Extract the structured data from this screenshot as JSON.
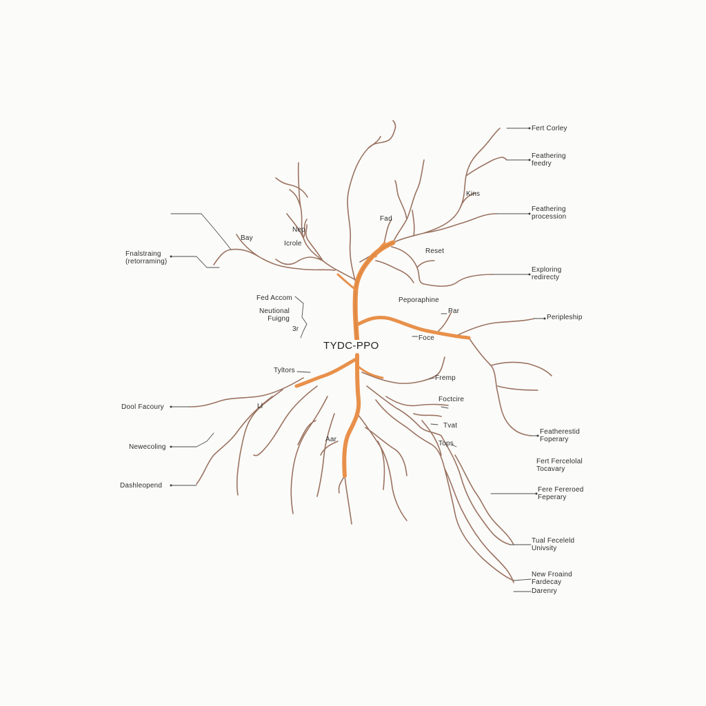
{
  "colors": {
    "background": "#fbfbf9",
    "trunk": "#e8904a",
    "trunk_edge": "#c9762f",
    "branch": "#9a7260",
    "leader": "#4a4a4a",
    "text": "#2c2c2c"
  },
  "center": {
    "label": "TYDC-PPO"
  },
  "labels": {
    "fert_corley": "Fert Corley",
    "feathering_feedy": "Feathering\nfeedry",
    "kins": "Kins",
    "feathering_procession": "Feathering\nprocession",
    "fad": "Fad",
    "nep": "Nep",
    "icrole": "Icrole",
    "bay": "Bay",
    "fnalstraing": "Fnalstraing\n(retorraming)",
    "reset": "Reset",
    "exploring_redirecty": "Exploring\nredirecty",
    "fed_accom": "Fed Accom",
    "neutional_fuigng": "Neutional\nFuigng",
    "sr": "3r",
    "peporaphine": "Peporaphine",
    "par": "Par",
    "foce": "Foce",
    "peripleship": "Peripleship",
    "tyltors": "Tyltors",
    "fremp": "Fremp",
    "dool_facoury": "Dool Facoury",
    "ll": "Ll",
    "foctcire": "Foctcire",
    "tvat": "Tvat",
    "aar": "Aar",
    "tops": "Tops",
    "newecoling": "Newecoling",
    "dashleopend": "Dashleopend",
    "featherestid_foperary": "Featherestid\nFoperary",
    "fert_fercelolal_tocavary": "Fert Fercelolal\nTocavary",
    "fere_fereroed_feperary": "Fere Fereroed\nFeperary",
    "tual_feceleld_univsity": "Tual Feceleld\nUnivsity",
    "new_froaind_fardecay": "New Froaind\nFardecay",
    "darenry": "Darenry"
  }
}
